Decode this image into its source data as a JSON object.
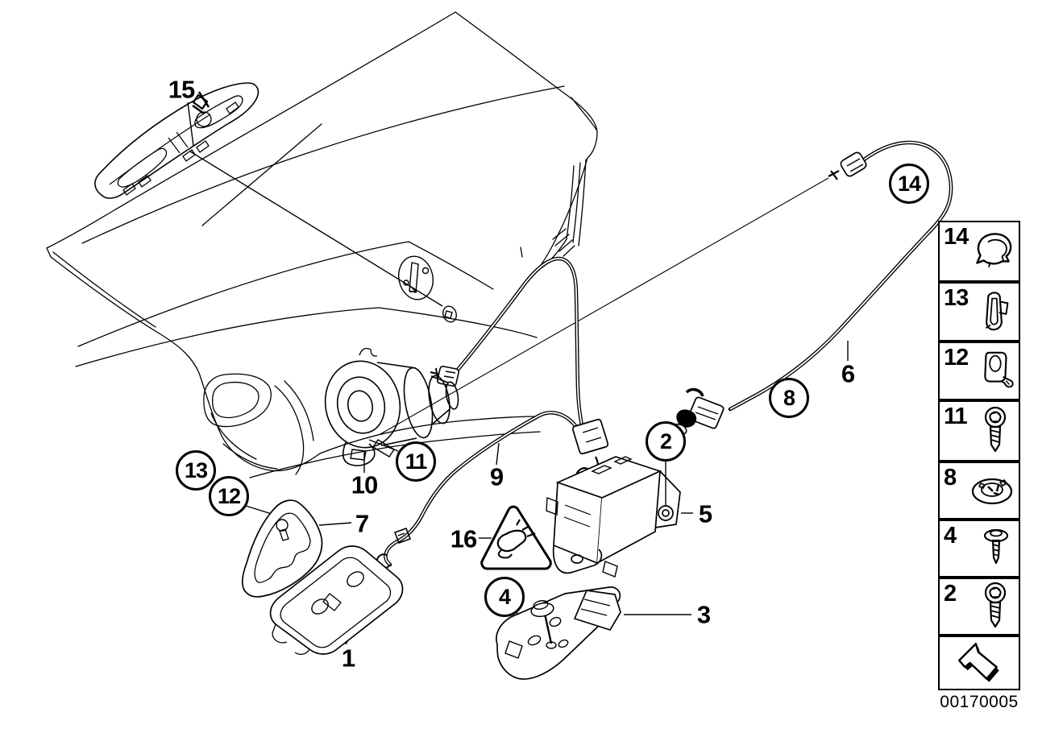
{
  "image_id": "00170005",
  "callouts": {
    "n1": "1",
    "n2": "2",
    "n3": "3",
    "n4": "4",
    "n5": "5",
    "n6": "6",
    "n7": "7",
    "n8": "8",
    "n9": "9",
    "n10": "10",
    "n11": "11",
    "n12": "12",
    "n13": "13",
    "n14": "14",
    "n15": "15",
    "n16": "16"
  },
  "legend": {
    "items": [
      {
        "num": "14",
        "icon": "cable-end-clip-icon"
      },
      {
        "num": "13",
        "icon": "cable-holder-clip-icon"
      },
      {
        "num": "12",
        "icon": "grommet-with-pin-icon"
      },
      {
        "num": "11",
        "icon": "fillister-head-screw-icon"
      },
      {
        "num": "8",
        "icon": "prong-washer-icon"
      },
      {
        "num": "4",
        "icon": "oval-head-screw-icon"
      },
      {
        "num": "2",
        "icon": "fillister-head-screw-icon"
      }
    ]
  }
}
